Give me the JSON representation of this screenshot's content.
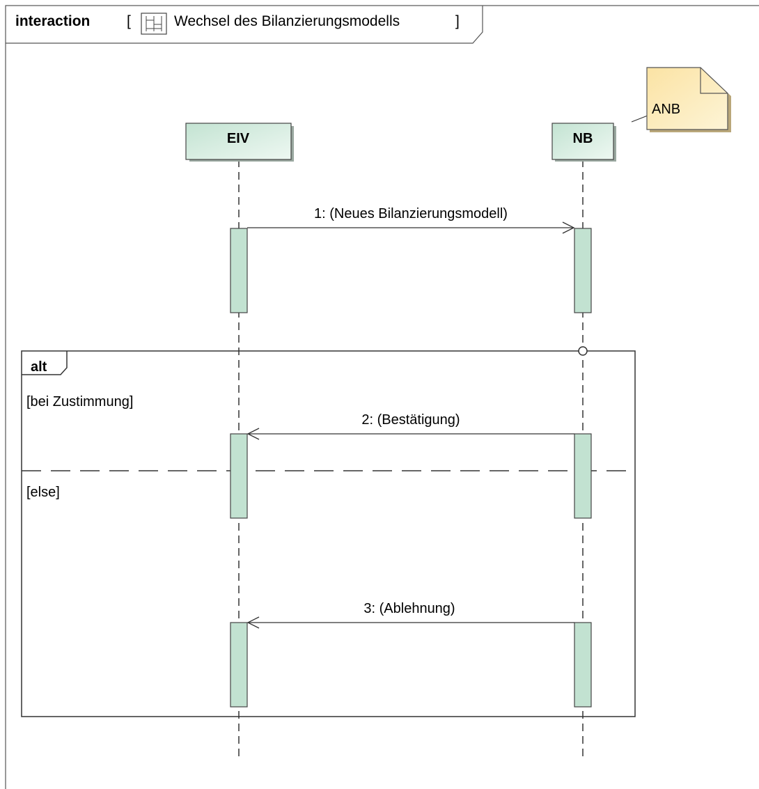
{
  "frame": {
    "keyword": "interaction",
    "open_bracket": "[",
    "close_bracket": "]",
    "title": "Wechsel des Bilanzierungsmodells",
    "icon": "interaction-diagram-icon"
  },
  "lifelines": {
    "eiv": "EIV",
    "nb": "NB"
  },
  "note": {
    "text": "ANB"
  },
  "messages": {
    "m1": "1: (Neues Bilanzierungsmodell)",
    "m2": "2: (Bestätigung)",
    "m3": "3: (Ablehnung)"
  },
  "fragment": {
    "operator": "alt",
    "guard1": "[bei Zustimmung]",
    "guard2": "[else]"
  },
  "colors": {
    "lifeline_head": "#c9e6d6",
    "activation": "#c2e2d1",
    "note": "#fbe8b0",
    "line": "#333333"
  }
}
